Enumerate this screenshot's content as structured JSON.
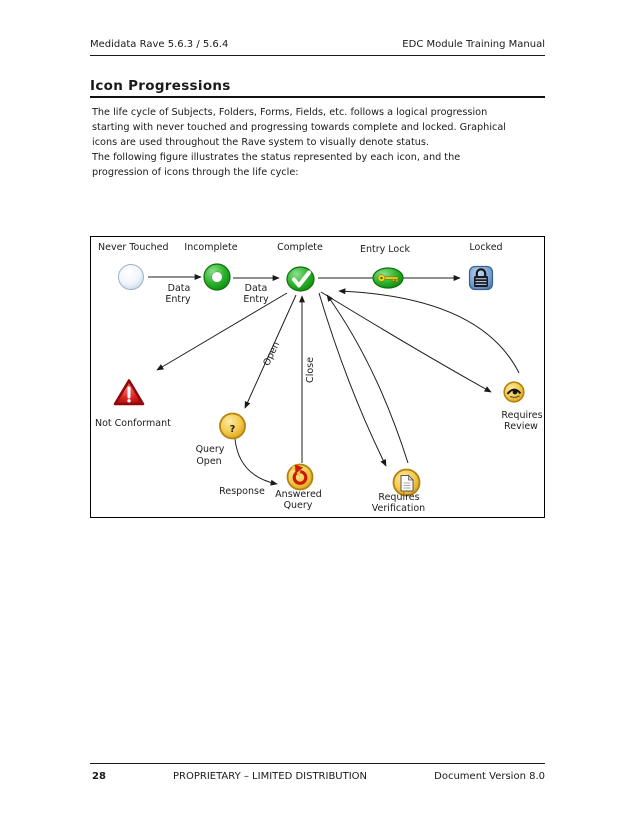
{
  "page": {
    "header": {
      "left_title": "Medidata Rave 5.6.3 / 5.6.4",
      "right_title": "EDC Module Training Manual"
    },
    "footer": {
      "page_number": "28",
      "distribution": "PROPRIETARY – LIMITED DISTRIBUTION",
      "version": "Document Version 8.0"
    }
  },
  "body": {
    "heading": "Icon Progressions",
    "para1_lines": [
      "The life cycle of Subjects, Folders, Forms, Fields, etc. follows a logical progression",
      "starting with never touched and progressing towards complete and locked.  Graphical",
      "icons are used throughout the Rave system to visually denote status."
    ],
    "para2_lines": [
      "The following figure illustrates the status represented by each icon, and the",
      "progression of icons through the life cycle:"
    ]
  },
  "diagram": {
    "nodes": {
      "never_touched": "Never Touched",
      "incomplete": "Incomplete",
      "complete": "Complete",
      "entry_lock": "Entry Lock",
      "locked": "Locked",
      "not_conformant": "Not Conformant",
      "query_open": {
        "line1": "Query",
        "line2": "Open"
      },
      "answered_query": {
        "line1": "Answered",
        "line2": "Query"
      },
      "requires_verification": {
        "line1": "Requires",
        "line2": "Verification"
      },
      "requires_review": {
        "line1": "Requires",
        "line2": "Review"
      }
    },
    "edges": {
      "data_entry_1": {
        "line1": "Data",
        "line2": "Entry"
      },
      "data_entry_2": {
        "line1": "Data",
        "line2": "Entry"
      },
      "open": "Open",
      "close": "Close",
      "response": "Response"
    },
    "colors": {
      "status_green": "#1ea21e",
      "status_gold": "#edbe33",
      "status_blue": "#7ba3d4",
      "alert_red": "#c81414",
      "locked_dark": "#161c26"
    }
  }
}
